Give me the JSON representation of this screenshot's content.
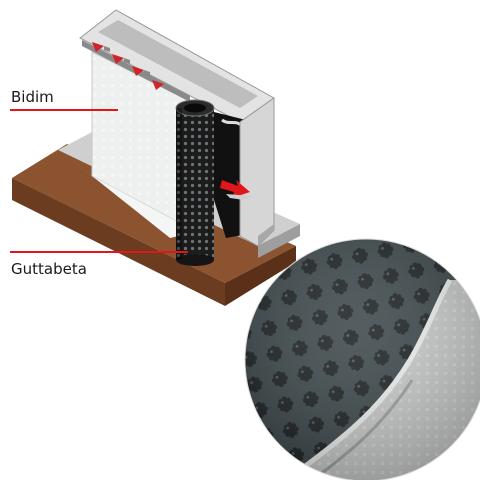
{
  "labels": {
    "bidim": "Bidim",
    "guttabeta": "Guttabeta"
  },
  "colors": {
    "leader_line": "#e0161b",
    "ground": "#8b5330",
    "ground_side": "#6b3c1f",
    "concrete": "#d9d9d9",
    "concrete_shadow": "#a9a9a9",
    "membrane_black": "#1c1c1c",
    "membrane_gray": "#3a4347",
    "felt_white": "#eef0f0",
    "arrow": "#e0161b"
  },
  "icons": {
    "drain_arrow": "red-arrow-icon",
    "nails": "fixing-nail-icon",
    "roll": "membrane-roll-icon",
    "zoom": "magnified-membrane-detail"
  }
}
